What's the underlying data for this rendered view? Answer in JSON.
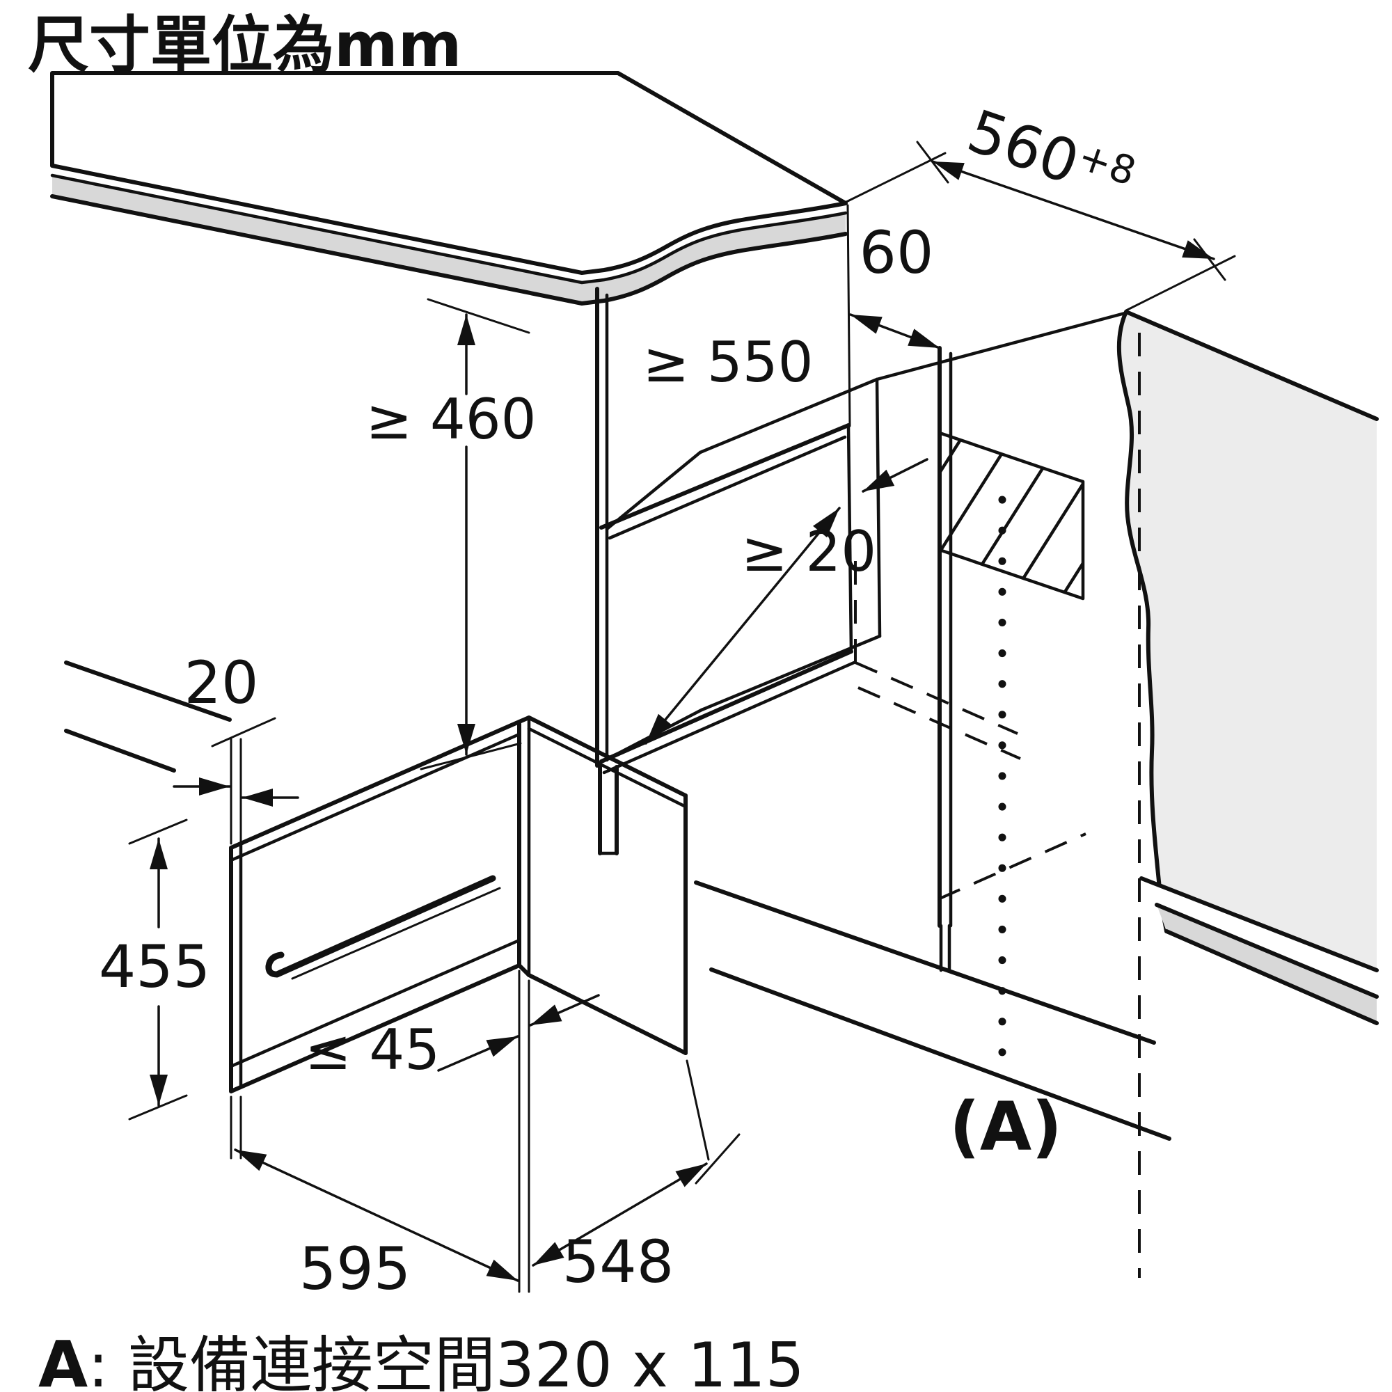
{
  "title": {
    "unit_note": "尺寸單位為mm"
  },
  "diagram": {
    "dimensions": {
      "niche_width": {
        "value": "560",
        "tolerance": "+8"
      },
      "niche_side_offset": "60",
      "niche_depth": "≥ 550",
      "niche_height": "≥ 460",
      "rear_clearance": "≥ 20",
      "top_clearance": "20",
      "appliance_height": "455",
      "door_projection": "≤ 45",
      "appliance_width": "595",
      "appliance_depth": "548"
    },
    "connection_area": {
      "label": "(A)"
    },
    "caption": {
      "prefix": "A",
      "text": ": 設備連接空間320 x 115"
    }
  },
  "colors": {
    "line": "#111111",
    "surface_light": "#ececec",
    "surface_shade": "#d8d8d8"
  }
}
